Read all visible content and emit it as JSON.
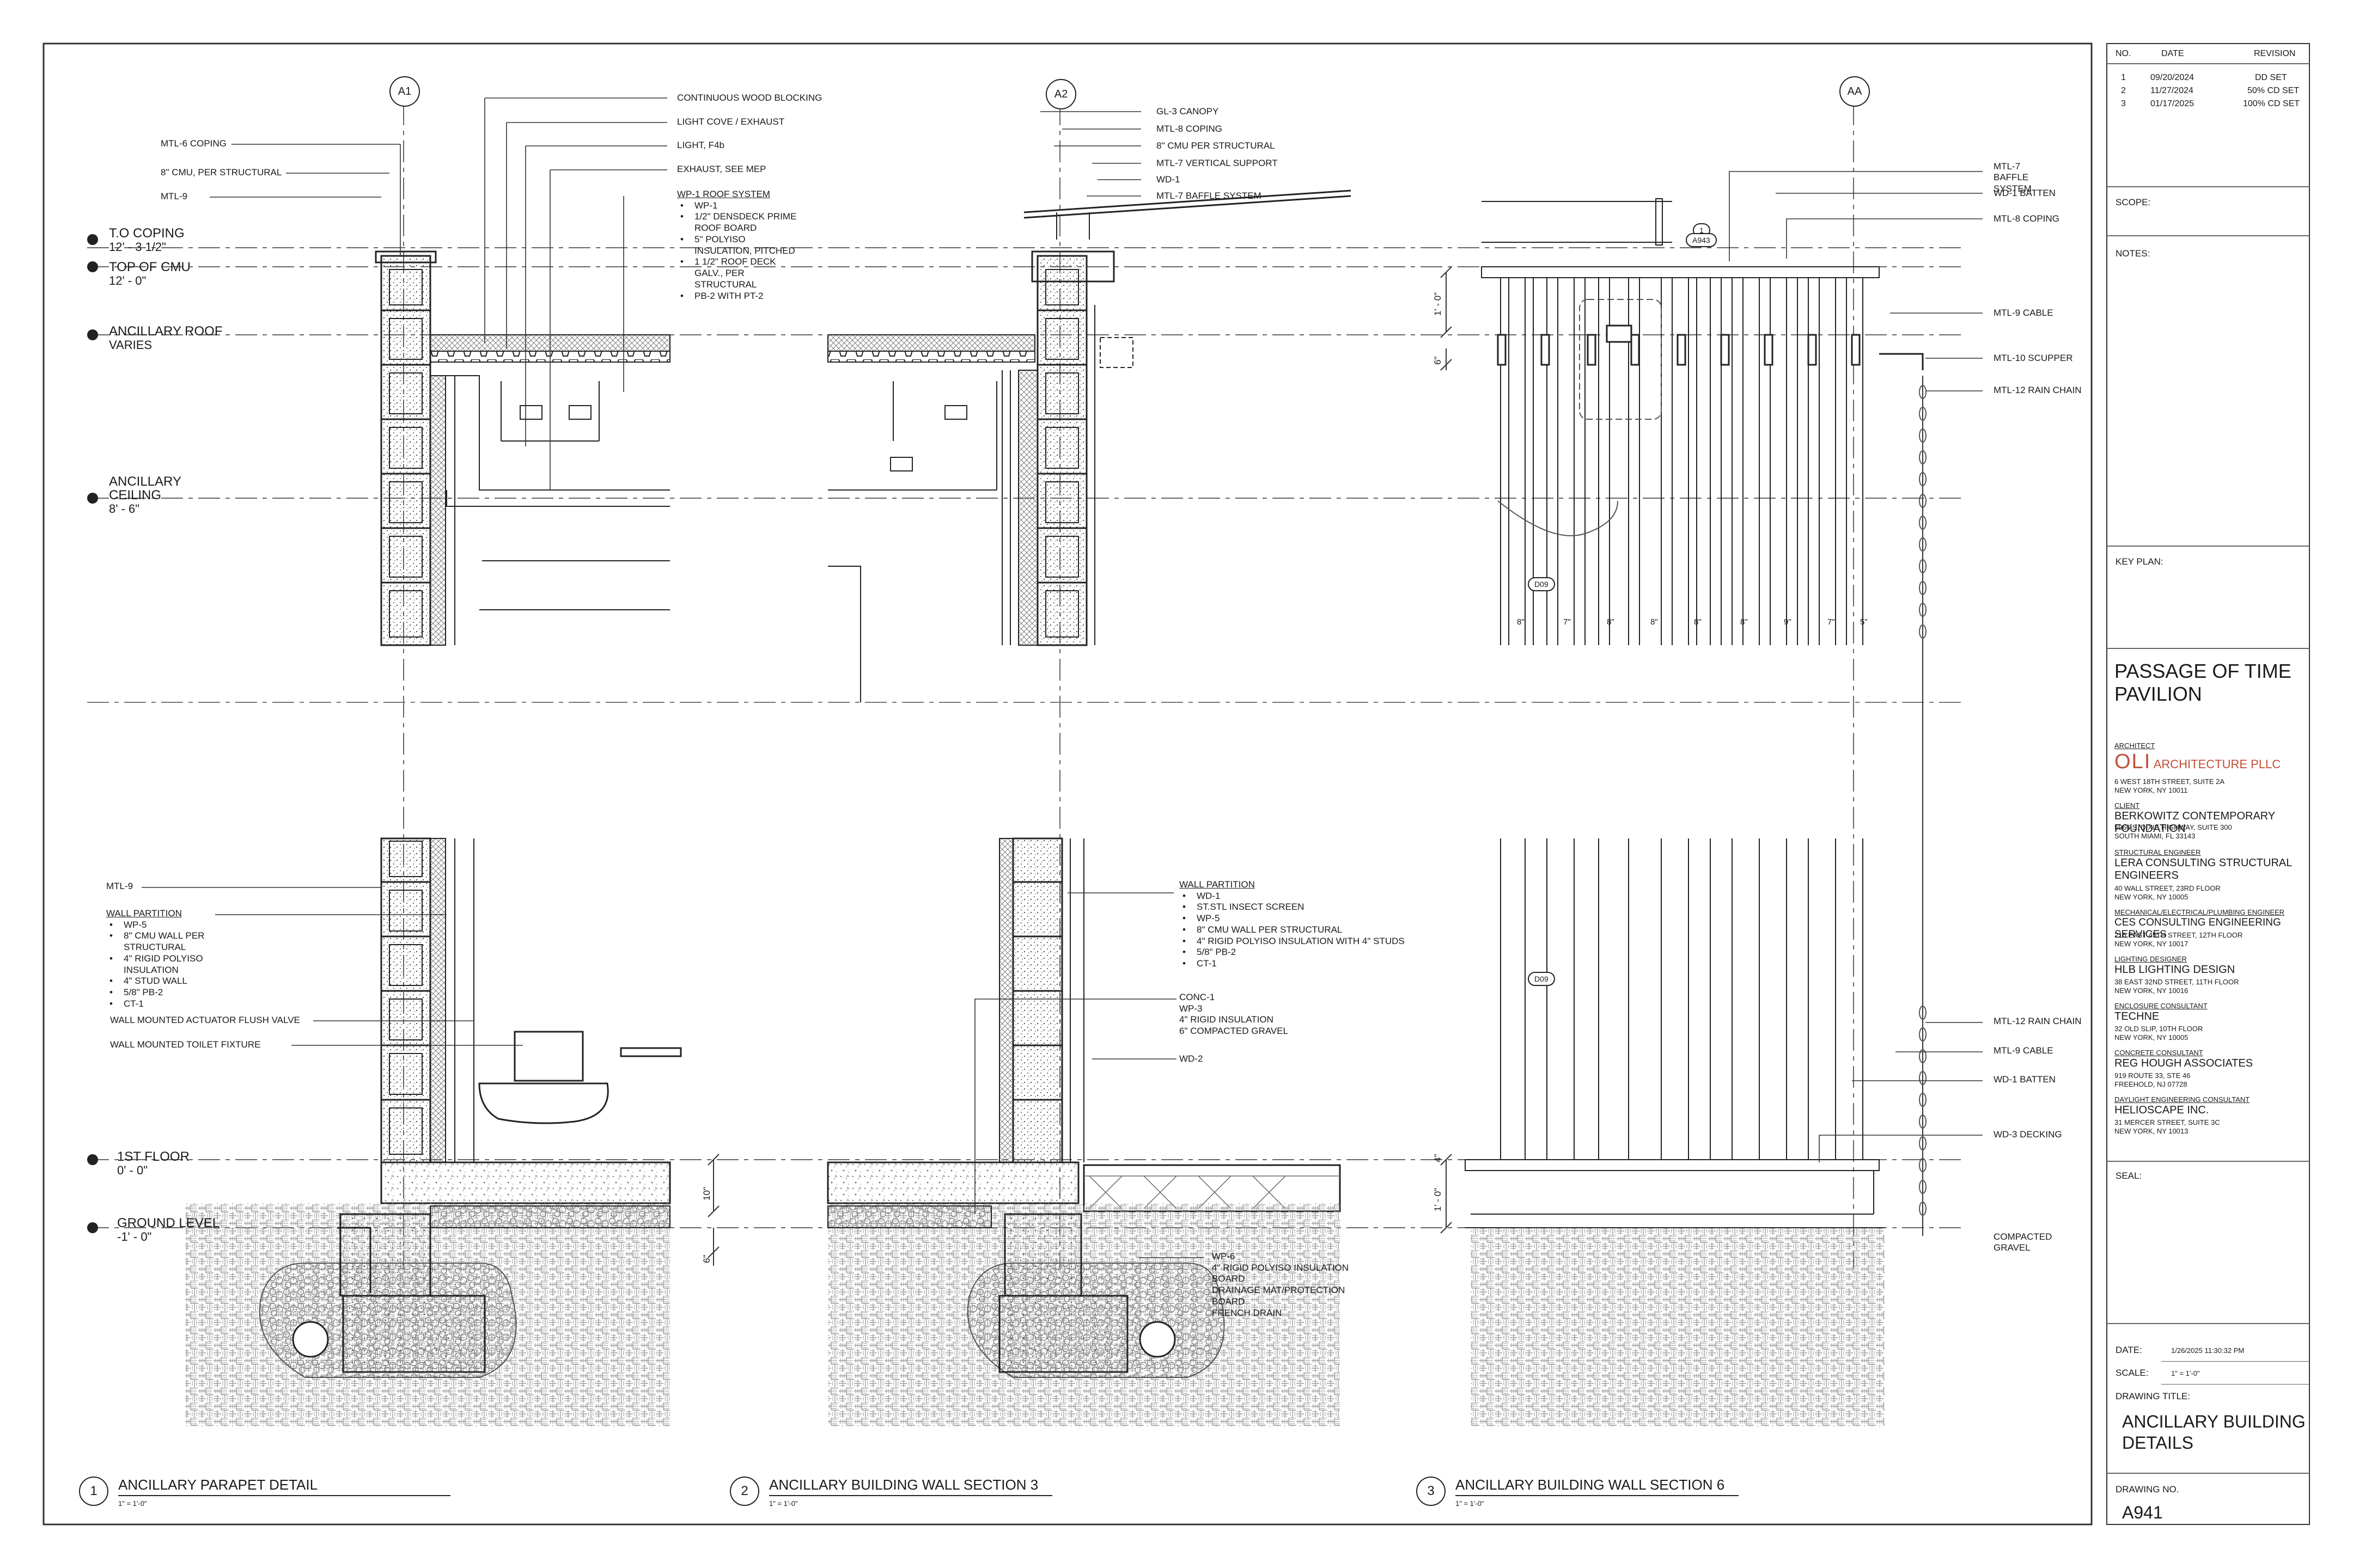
{
  "drawing": {
    "grid_tags": [
      "A1",
      "A2",
      "AA"
    ],
    "detail_refs": [
      "1",
      "A943",
      "D09",
      "D09"
    ],
    "levels": [
      {
        "name": "T.O COPING",
        "elev": "12' - 3 1/2\""
      },
      {
        "name": "TOP OF CMU",
        "elev": "12' - 0\""
      },
      {
        "name": "ANCILLARY ROOF",
        "elev": "VARIES"
      },
      {
        "name": "ANCILLARY CEILING",
        "elev": "8' - 6\""
      },
      {
        "name": "1ST FLOOR",
        "elev": "0' - 0\""
      },
      {
        "name": "GROUND LEVEL",
        "elev": "-1' - 0\""
      }
    ],
    "detail1": {
      "number": "1",
      "title": "ANCILLARY PARAPET DETAIL",
      "scale": "1\" = 1'-0\"",
      "labels_left_top": [
        "MTL-6 COPING",
        "8\" CMU, PER STRUCTURAL",
        "MTL-9"
      ],
      "labels_left_bottom": [
        "MTL-9",
        "WALL MOUNTED ACTUATOR FLUSH VALVE",
        "WALL MOUNTED TOILET FIXTURE"
      ],
      "wall_partition": {
        "heading": "WALL PARTITION",
        "items": [
          "WP-5",
          "8\" CMU WALL PER STRUCTURAL",
          "4\" RIGID POLYISO INSULATION",
          "4\" STUD WALL",
          "5/8\" PB-2",
          "CT-1"
        ]
      }
    },
    "center_labels": [
      "CONTINUOUS WOOD BLOCKING",
      "LIGHT COVE / EXHAUST",
      "LIGHT, F4b",
      "EXHAUST, SEE MEP"
    ],
    "roof_system": {
      "heading": "WP-1 ROOF SYSTEM",
      "items": [
        "WP-1",
        "1/2\" DENSDECK PRIME ROOF BOARD",
        "5\" POLYISO INSULATION, PITCHED",
        "1 1/2\" ROOF DECK GALV., PER STRUCTURAL",
        "PB-2 WITH PT-2"
      ]
    },
    "detail2": {
      "number": "2",
      "title": "ANCILLARY BUILDING WALL SECTION 3",
      "scale": "1\" = 1'-0\"",
      "labels_top": [
        "GL-3 CANOPY",
        "MTL-8 COPING",
        "8\" CMU PER STRUCTURAL",
        "MTL-7 VERTICAL SUPPORT",
        "WD-1",
        "MTL-7 BAFFLE SYSTEM"
      ],
      "wall_partition": {
        "heading": "WALL PARTITION",
        "items": [
          "WD-1",
          "ST.STL INSECT SCREEN",
          "WP-5",
          "8\" CMU WALL PER STRUCTURAL",
          "4\" RIGID POLYISO INSULATION WITH 4\" STUDS",
          "5/8\" PB-2",
          "CT-1"
        ]
      },
      "conc": [
        "CONC-1",
        "WP-3",
        "4\" RIGID INSULATION",
        "6\" COMPACTED GRAVEL"
      ],
      "wd2": "WD-2",
      "wp6": [
        "WP-6",
        "4\" RIGID POLYISO INSULATION BOARD",
        "DRAINAGE MAT/PROTECTION BOARD",
        "FRENCH DRAIN"
      ],
      "dims": [
        "10\"",
        "6\""
      ]
    },
    "detail3": {
      "number": "3",
      "title": "ANCILLARY BUILDING WALL SECTION 6",
      "scale": "1\" = 1'-0\"",
      "labels_right_top": [
        "MTL-7 BAFFLE SYSTEM",
        "WD-1 BATTEN",
        "MTL-8 COPING",
        "MTL-9 CABLE",
        "MTL-10 SCUPPER",
        "MTL-12 RAIN CHAIN"
      ],
      "labels_right_bottom": [
        "MTL-12 RAIN CHAIN",
        "MTL-9 CABLE",
        "WD-1 BATTEN",
        "WD-3 DECKING",
        "COMPACTED GRAVEL"
      ],
      "spacings": [
        "8\"",
        "7\"",
        "8\"",
        "8\"",
        "8\"",
        "8\"",
        "9\"",
        "7\"",
        "5\""
      ],
      "dims": [
        "1' - 0\"",
        "6\"",
        "1' - 0\"",
        "4\""
      ]
    }
  },
  "title_block": {
    "rev_headers": [
      "NO.",
      "DATE",
      "REVISION"
    ],
    "revisions": [
      {
        "no": "1",
        "date": "09/20/2024",
        "rev": "DD SET"
      },
      {
        "no": "2",
        "date": "11/27/2024",
        "rev": "50% CD SET"
      },
      {
        "no": "3",
        "date": "01/17/2025",
        "rev": "100% CD SET"
      }
    ],
    "scope_label": "SCOPE:",
    "notes_label": "NOTES:",
    "keyplan_label": "KEY PLAN:",
    "project_line1": "PASSAGE OF TIME",
    "project_line2": "PAVILION",
    "architect_role": "ARCHITECT",
    "architect_logo": "OLI",
    "architect_name": "ARCHITECTURE PLLC",
    "architect_addr1": "6 WEST 18TH STREET, SUITE 2A",
    "architect_addr2": "NEW YORK, NY 10011",
    "consultants": [
      {
        "role": "CLIENT",
        "name": "BERKOWITZ CONTEMPORARY FOUNDATION",
        "addr1": "5966 S. DIXIE HIGHWAY, SUITE 300",
        "addr2": "SOUTH MIAMI, FL 33143"
      },
      {
        "role": "STRUCTURAL ENGINEER",
        "name": "LERA CONSULTING STRUCTURAL ENGINEERS",
        "addr1": "40 WALL STREET, 23RD FLOOR",
        "addr2": "NEW YORK, NY 10005"
      },
      {
        "role": "MECHANICAL/ELECTRICAL/PLUMBING ENGINEER",
        "name": "CES CONSULTING ENGINEERING SERVICES",
        "addr1": "216 EAST 45TH STREET, 12TH FLOOR",
        "addr2": "NEW YORK, NY 10017"
      },
      {
        "role": "LIGHTING DESIGNER",
        "name": "HLB LIGHTING DESIGN",
        "addr1": "38 EAST 32ND STREET, 11TH FLOOR",
        "addr2": "NEW YORK, NY 10016"
      },
      {
        "role": "ENCLOSURE CONSULTANT",
        "name": "TECHNE",
        "addr1": "32 OLD SLIP, 10TH FLOOR",
        "addr2": "NEW YORK, NY 10005"
      },
      {
        "role": "CONCRETE CONSULTANT",
        "name": "REG HOUGH ASSOCIATES",
        "addr1": "919 ROUTE 33, STE 46",
        "addr2": "FREEHOLD, NJ 07728"
      },
      {
        "role": "DAYLIGHT ENGINEERING CONSULTANT",
        "name": "HELIOSCAPE INC.",
        "addr1": "31 MERCER STREET, SUITE 3C",
        "addr2": "NEW YORK, NY 10013"
      }
    ],
    "seal_label": "SEAL:",
    "date_label": "DATE:",
    "date_value": "1/26/2025 11:30:32 PM",
    "scale_label": "SCALE:",
    "scale_value": "1\" = 1'-0\"",
    "drawing_title_label": "DRAWING TITLE:",
    "drawing_title_line1": "ANCILLARY BUILDING",
    "drawing_title_line2": "DETAILS",
    "drawing_no_label": "DRAWING NO.",
    "drawing_no": "A941"
  }
}
